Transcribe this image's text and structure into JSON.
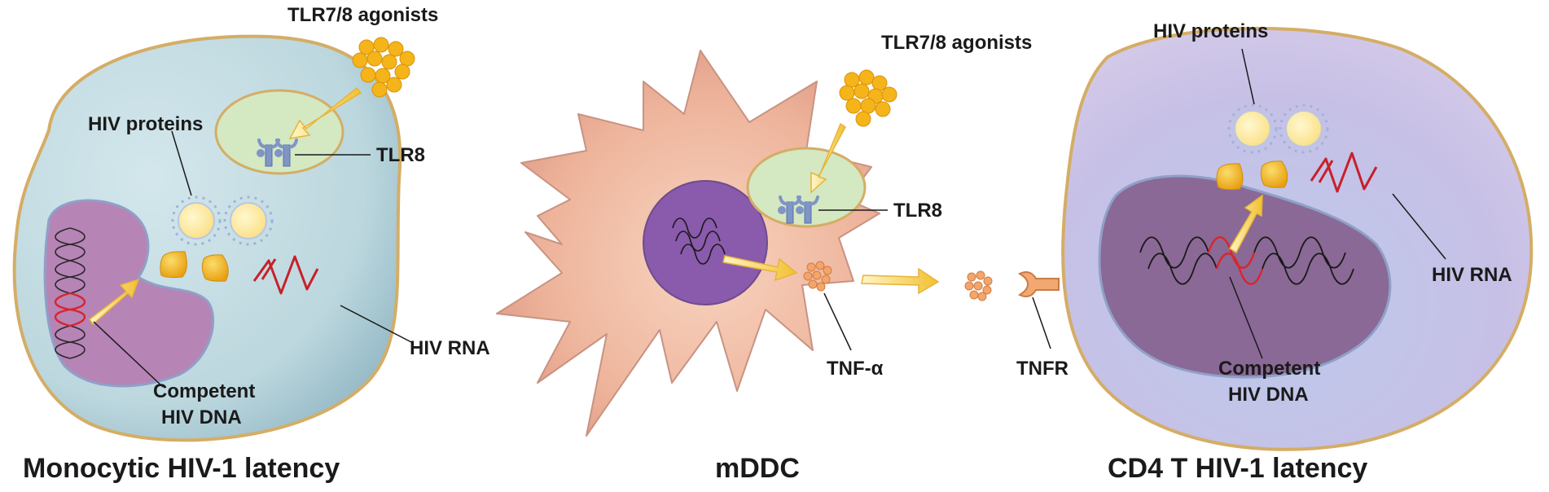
{
  "panels": {
    "monocytic": {
      "title": "Monocytic HIV-1 latency",
      "agonist_label": "TLR7/8 agonists",
      "receptor_label": "TLR8",
      "proteins_label": "HIV proteins",
      "rna_label": "HIV RNA",
      "dna_label_line1": "Competent",
      "dna_label_line2": "HIV DNA"
    },
    "mddc": {
      "title": "mDDC",
      "agonist_label": "TLR7/8 agonists",
      "receptor_label": "TLR8",
      "cytokine_label": "TNF-α",
      "tnfr_label": "TNFR"
    },
    "cd4": {
      "title": "CD4 T HIV-1 latency",
      "proteins_label": "HIV proteins",
      "rna_label": "HIV RNA",
      "dna_label_line1": "Competent",
      "dna_label_line2": "HIV DNA"
    }
  },
  "colors": {
    "mono_cell": "#c3dde2",
    "mono_nucleus": "#b784b6",
    "mddc_cell": "#e8a98e",
    "mddc_nucleus": "#8a5aac",
    "cd4_cell": "#c7c1e6",
    "cd4_nucleus": "#8a6996",
    "endosome": "#d4e8c2",
    "agonist": "#f4b41a",
    "protein": "#f4b41a",
    "rna": "#c8202a",
    "arrow": "#f7d060",
    "membrane": "#d4ad66"
  }
}
